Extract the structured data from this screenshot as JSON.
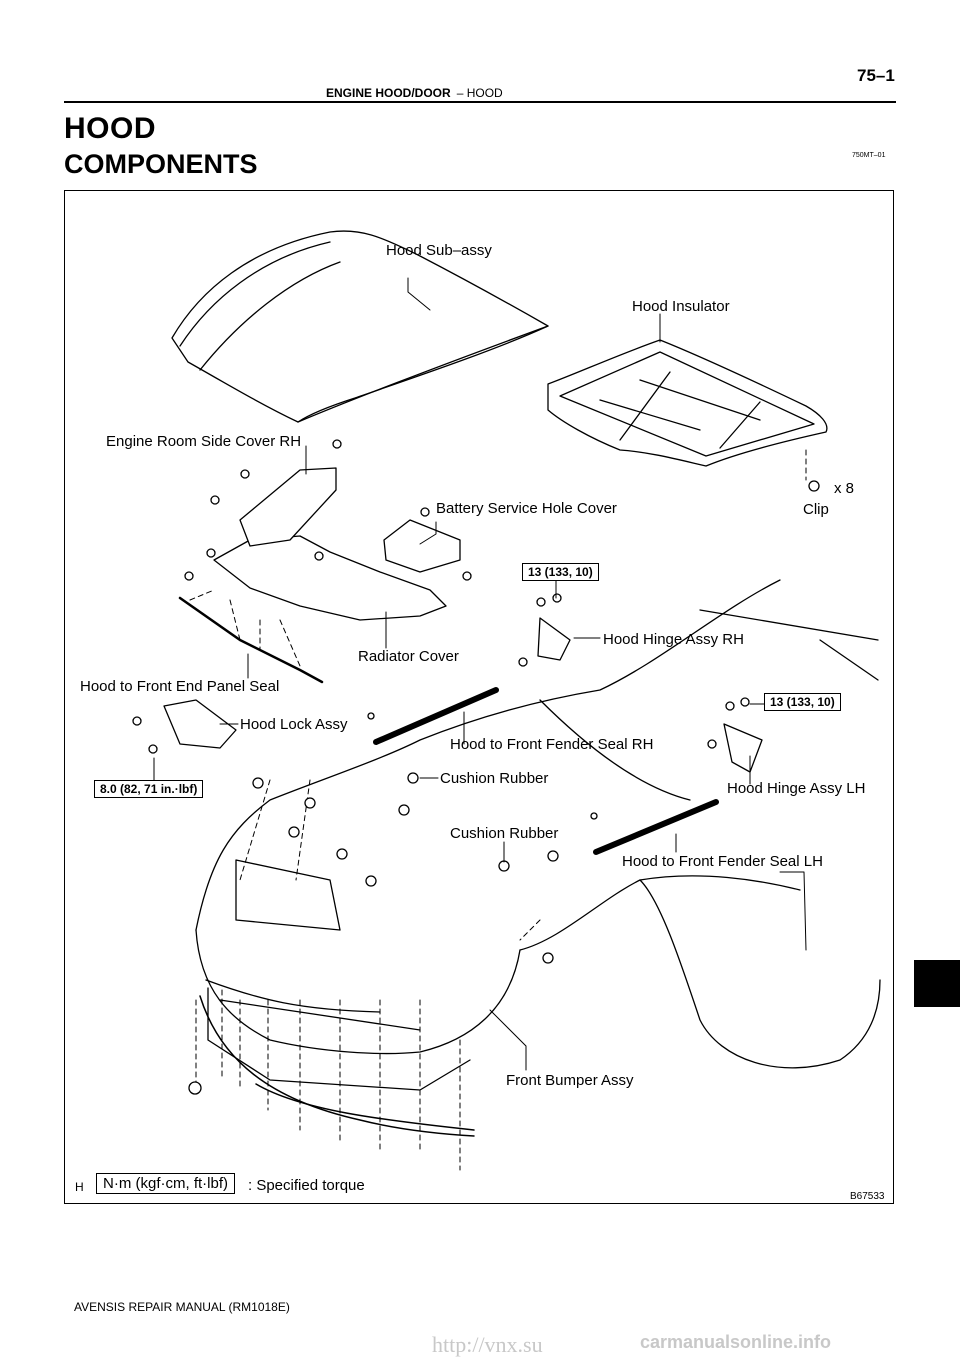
{
  "header": {
    "section": "ENGINE HOOD/DOOR",
    "subsection": "–   HOOD",
    "page_number": "75–1"
  },
  "title": "HOOD",
  "subtitle": "COMPONENTS",
  "doc_code": "750MT–01",
  "figure": {
    "labels": {
      "hood_sub_assy": "Hood Sub–assy",
      "hood_insulator": "Hood Insulator",
      "engine_room_side_cover_rh": "Engine Room Side Cover RH",
      "battery_service_hole_cover": "Battery Service Hole Cover",
      "clip_count": "x 8",
      "clip": "Clip",
      "radiator_cover": "Radiator Cover",
      "hood_hinge_assy_rh": "Hood Hinge Assy RH",
      "hood_to_front_end_panel_seal": "Hood to Front End Panel Seal",
      "hood_lock_assy": "Hood Lock Assy",
      "hood_to_front_fender_seal_rh": "Hood to Front Fender Seal RH",
      "cushion_rubber_1": "Cushion Rubber",
      "hood_hinge_assy_lh": "Hood Hinge Assy LH",
      "cushion_rubber_2": "Cushion Rubber",
      "hood_to_front_fender_seal_lh": "Hood to Front Fender Seal LH",
      "front_bumper_assy": "Front Bumper Assy"
    },
    "torques": {
      "hinge_rh": "13 (133, 10)",
      "hinge_lh": "13 (133, 10)",
      "lock": "8.0 (82, 71 in.·lbf)"
    },
    "legend": {
      "prefix": "H",
      "unit_box": "N·m (kgf·cm, ft·lbf)",
      "text": ": Specified torque"
    },
    "figure_id": "B67533"
  },
  "footer": "AVENSIS REPAIR MANUAL   (RM1018E)",
  "watermarks": {
    "left": "http://vnx.su",
    "right": "carmanualsonline.info"
  }
}
